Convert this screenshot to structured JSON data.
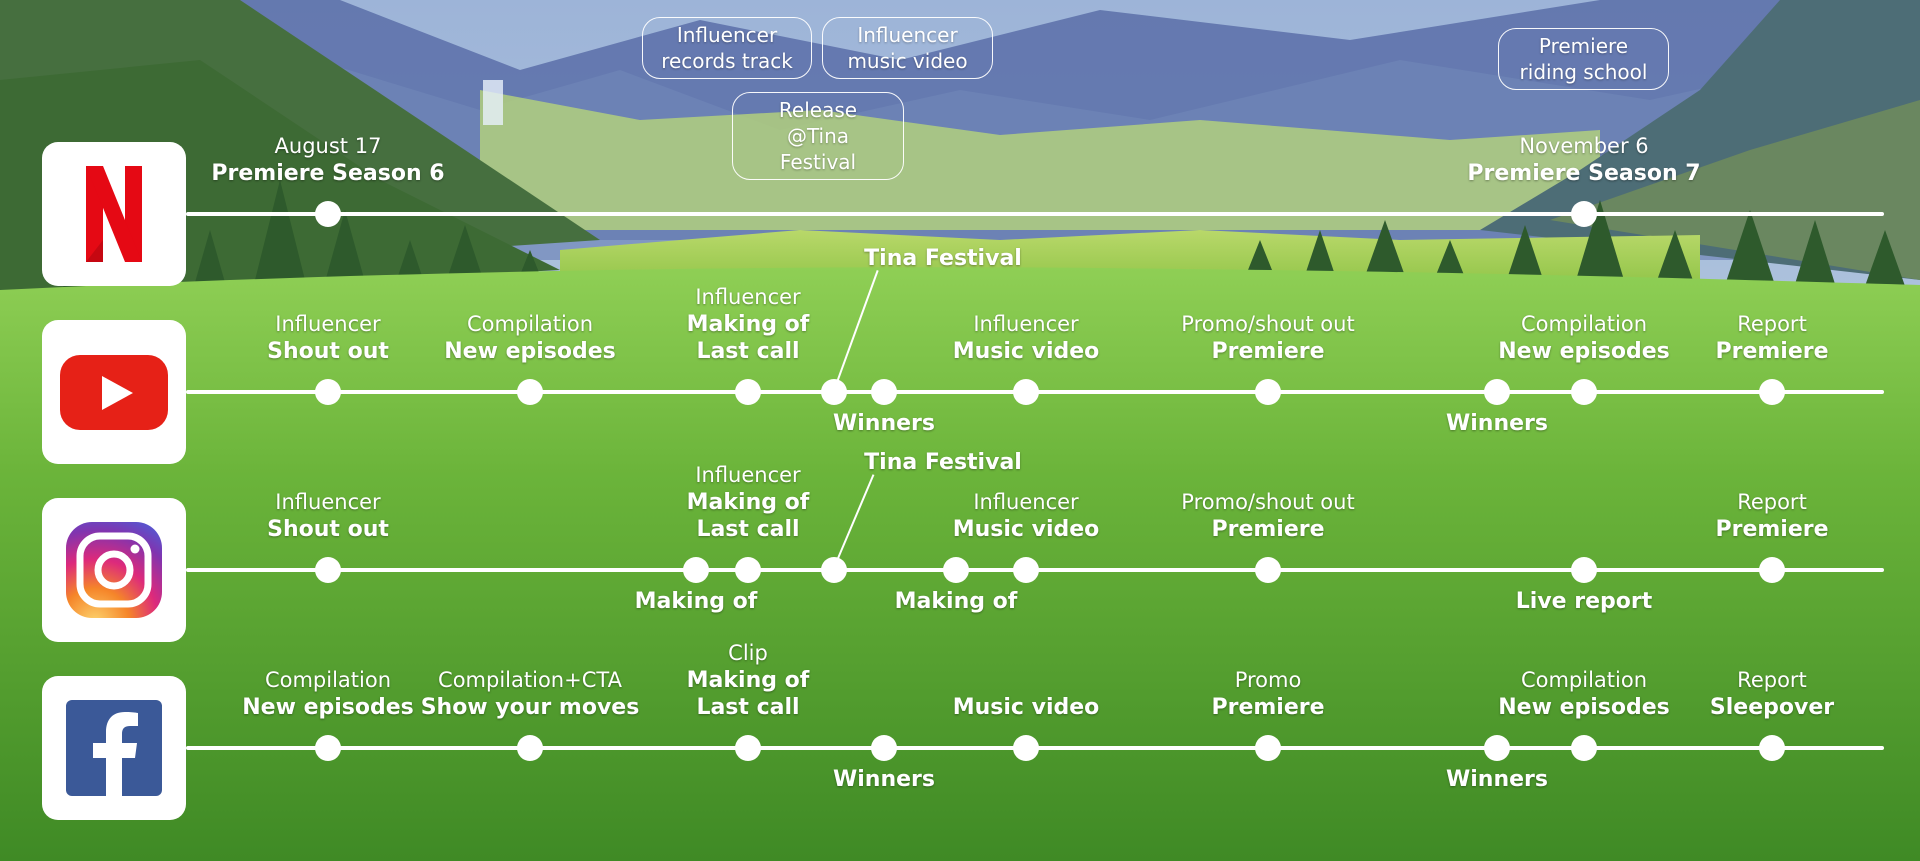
{
  "colors": {
    "netflix_red": "#e50914",
    "youtube_red": "#e62117",
    "facebook_blue": "#3b5998",
    "line_white": "#ffffff"
  },
  "platforms": {
    "netflix": {
      "icon": "netflix-logo-icon"
    },
    "youtube": {
      "icon": "youtube-logo-icon"
    },
    "instagram": {
      "icon": "instagram-logo-icon"
    },
    "facebook": {
      "icon": "facebook-logo-icon"
    }
  },
  "bubbles": {
    "b1": "Influencer records track",
    "b2": "Influencer music video",
    "b3": "Release @Tina Festival",
    "b4": "Premiere riding school"
  },
  "netflix": {
    "e1": {
      "top": "August 17",
      "bottom": "Premiere Season 6"
    },
    "e2": {
      "top": "November 6",
      "bottom": "Premiere Season 7"
    }
  },
  "youtube": {
    "e1": {
      "top": "Influencer",
      "bottom": "Shout out"
    },
    "e2": {
      "top": "Compilation",
      "bottom": "New episodes"
    },
    "e3": {
      "top": "Influencer",
      "bottom": "Making of Last call"
    },
    "callout": "Tina Festival",
    "e4": {
      "top": "Influencer",
      "bottom": "Music video"
    },
    "e5": {
      "top": "Promo/shout out",
      "bottom": "Premiere"
    },
    "e6": {
      "top": "Compilation",
      "bottom": "New episodes"
    },
    "e7": {
      "top": "Report",
      "bottom": "Premiere"
    },
    "below1": "Winners",
    "below2": "Winners"
  },
  "instagram": {
    "e1": {
      "top": "Influencer",
      "bottom": "Shout out"
    },
    "e2": {
      "top": "Influencer",
      "bottom": "Making of Last call"
    },
    "callout": "Tina Festival",
    "e3": {
      "top": "Influencer",
      "bottom": "Music video"
    },
    "e4": {
      "top": "Promo/shout out",
      "bottom": "Premiere"
    },
    "e5": {
      "top": "Report",
      "bottom": "Premiere"
    },
    "below1": "Making of",
    "below2": "Making of",
    "below3": "Live report"
  },
  "facebook": {
    "e1": {
      "top": "Compilation",
      "bottom": "New episodes"
    },
    "e2": {
      "top": "Compilation+CTA",
      "bottom": "Show your moves"
    },
    "e3": {
      "top": "Clip",
      "bottom": "Making of Last call"
    },
    "e4": {
      "top": "",
      "bottom": "Music video"
    },
    "e5": {
      "top": "Promo",
      "bottom": "Premiere"
    },
    "e6": {
      "top": "Compilation",
      "bottom": "New episodes"
    },
    "e7": {
      "top": "Report",
      "bottom": "Sleepover"
    },
    "below1": "Winners",
    "below2": "Winners"
  }
}
